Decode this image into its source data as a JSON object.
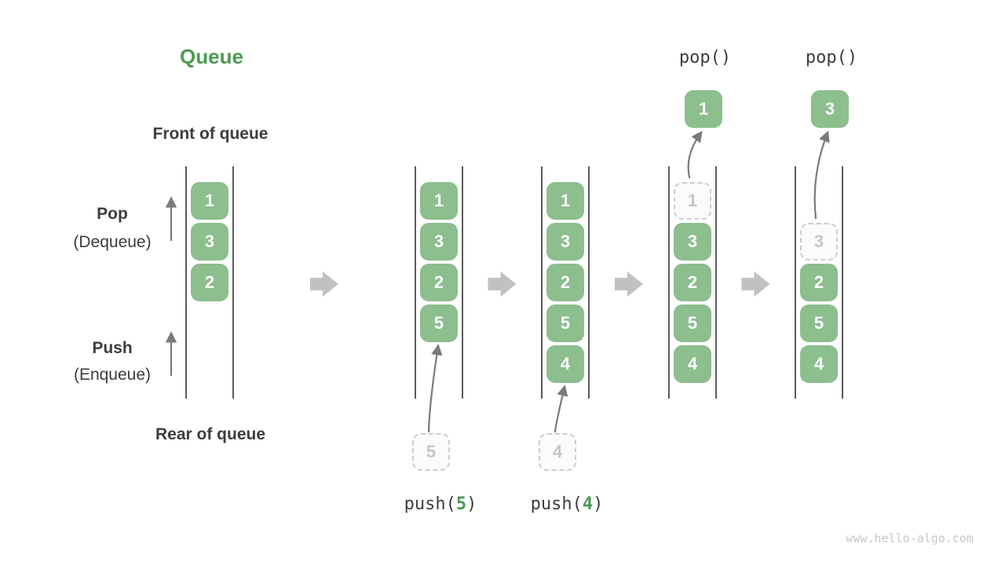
{
  "title": "Queue",
  "side_labels": {
    "front": "Front of queue",
    "rear": "Rear of queue",
    "pop": "Pop",
    "pop_sub": "(Dequeue)",
    "push": "Push",
    "push_sub": "(Enqueue)"
  },
  "watermark": "www.hello-algo.com",
  "colors": {
    "green_box": "#8cbe8e",
    "green_accent": "#4c9a52",
    "ink": "#3d3d3d",
    "wall": "#5a5a5a",
    "thin_arrow": "#7a7a7a",
    "block_arrow": "#c1c1c1",
    "dash_border": "#cccccc",
    "dash_text": "#c5c5c5",
    "dash_bg": "#fbfbfb",
    "watermark": "#c7c7c7"
  },
  "queues": [
    {
      "items": [
        {
          "value": "1",
          "slot": 0
        },
        {
          "value": "3",
          "slot": 1
        },
        {
          "value": "2",
          "slot": 2
        }
      ]
    },
    {
      "items": [
        {
          "value": "1",
          "slot": 0
        },
        {
          "value": "3",
          "slot": 1
        },
        {
          "value": "2",
          "slot": 2
        },
        {
          "value": "5",
          "slot": 3
        }
      ],
      "incoming": {
        "value": "5",
        "label_prefix": "push(",
        "label_arg": "5",
        "label_suffix": ")"
      }
    },
    {
      "items": [
        {
          "value": "1",
          "slot": 0
        },
        {
          "value": "3",
          "slot": 1
        },
        {
          "value": "2",
          "slot": 2
        },
        {
          "value": "5",
          "slot": 3
        },
        {
          "value": "4",
          "slot": 4
        }
      ],
      "incoming": {
        "value": "4",
        "label_prefix": "push(",
        "label_arg": "4",
        "label_suffix": ")"
      }
    },
    {
      "items": [
        {
          "value": "1",
          "slot": 0,
          "removed": true
        },
        {
          "value": "3",
          "slot": 1
        },
        {
          "value": "2",
          "slot": 2
        },
        {
          "value": "5",
          "slot": 3
        },
        {
          "value": "4",
          "slot": 4
        }
      ],
      "outgoing": {
        "value": "1",
        "label": "pop()"
      }
    },
    {
      "items": [
        {
          "value": "3",
          "slot": 1,
          "removed": true
        },
        {
          "value": "2",
          "slot": 2
        },
        {
          "value": "5",
          "slot": 3
        },
        {
          "value": "4",
          "slot": 4
        }
      ],
      "outgoing": {
        "value": "3",
        "label": "pop()"
      }
    }
  ]
}
